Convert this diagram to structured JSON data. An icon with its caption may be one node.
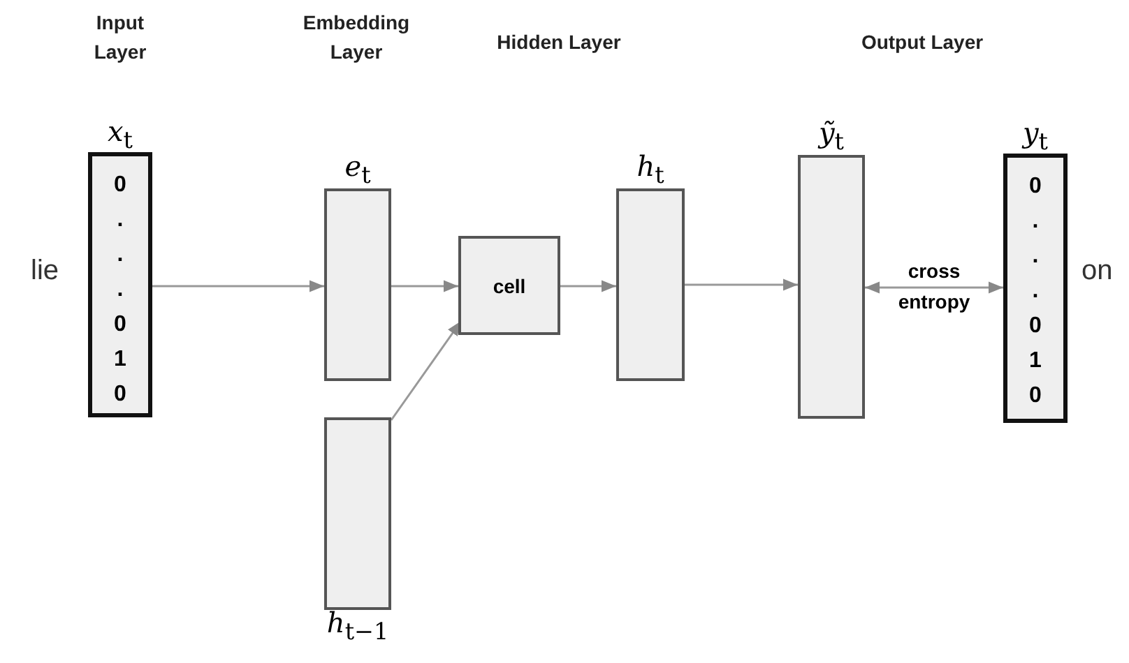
{
  "diagram": {
    "nodes": [
      {
        "text": [
          "*x*$_{t}$",
          "0 . . . 0 1 0"
        ],
        "beside": [
          "lie"
        ]
      },
      {
        "text": [
          "*e*$_{t}$"
        ]
      },
      {
        "text": [
          "*h*$_{t−1}$"
        ]
      },
      {
        "text": [
          "cell"
        ]
      },
      {
        "text": [
          "*h*$_{t}$"
        ]
      },
      {
        "text": [
          "*ỹ*$_{t}$"
        ]
      },
      {
        "text": [
          "*y*$_{t}$",
          "0 . . . 0 1 0"
        ],
        "beside": [
          "on"
        ]
      }
    ],
    "edges": [
      {
        "from": 0,
        "to": 1,
        "arrow": "to"
      },
      {
        "from": 1,
        "to": 3,
        "arrow": "to"
      },
      {
        "from": 2,
        "to": 3,
        "arrow": "to"
      },
      {
        "from": 3,
        "to": 4,
        "arrow": "to"
      },
      {
        "from": 4,
        "to": 5,
        "arrow": "to"
      },
      {
        "from": 5,
        "to": 6,
        "arrow": "both",
        "label": "cross entropy"
      }
    ],
    "labels": [
      "Input Layer",
      "Embedding Layer",
      "Hidden Layer",
      "Output Layer"
    ]
  }
}
